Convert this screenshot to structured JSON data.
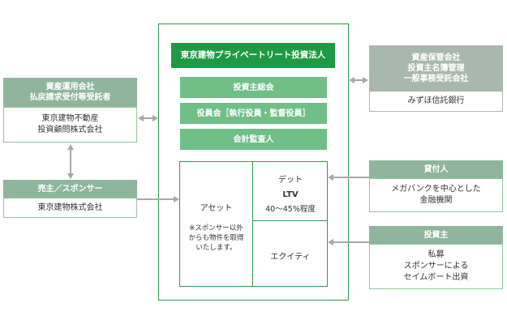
{
  "center": {
    "title": "東京建物プライベートリート投資法人",
    "bodies": [
      "投資主総会",
      "役員会［執行役員・監督役員］",
      "会計監査人"
    ],
    "asset": {
      "label": "アセット",
      "note": "※スポンサー以外\nからも物件を取得\nいたします。"
    },
    "debt": {
      "label": "デット",
      "ltv": "LTV",
      "range": "40～45%程度"
    },
    "equity": {
      "label": "エクイティ"
    }
  },
  "left": {
    "asset_manager": {
      "header": "資産運用会社\n払戻請求受付等受託者",
      "body": "東京建物不動産\n投資顧問株式会社"
    },
    "sponsor": {
      "header": "売主／スポンサー",
      "body": "東京建物株式会社"
    }
  },
  "right": {
    "custodian": {
      "header": "資産保管会社\n投資主名簿管理\n一般事務受託会社",
      "body": "みずほ信託銀行"
    },
    "lender": {
      "header": "貸付人",
      "body": "メガバンクを中心とした\n金融機関"
    },
    "investor": {
      "header": "投資主",
      "body": "私募\nスポンサーによる\nセイムボート出資"
    }
  },
  "colors": {
    "dark_green": "#1e9a45",
    "mid_green": "#6fbf86",
    "sage": "#8fb69c",
    "gray_header": "#a9b8ae",
    "frame": "#2e9b4e"
  }
}
